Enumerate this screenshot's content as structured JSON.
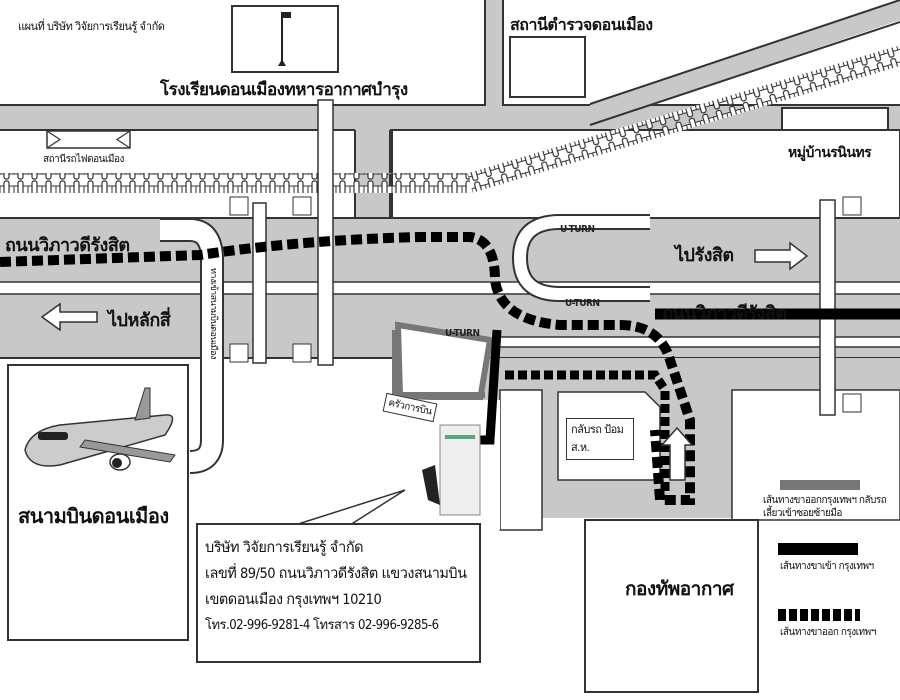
{
  "title": "แผนที่ บริษัท วิจัยการเรียนรู้ จำกัด",
  "landmarks": {
    "school": "โรงเรียนดอนเมืองทหารอากาศบำรุง",
    "police_station": "สถานีตำรวจดอนเมือง",
    "train_station": "สถานีรถไฟดอนเมือง",
    "village": "หมู่บ้านรนินทร",
    "airport": "สนามบินดอนเมือง",
    "airport_entrance": "ทางเข้าสนามบินดอนเมือง",
    "air_force": "กองทัพอากาศ",
    "kitchen": "ครัวการบิน",
    "uturn_point": "กลับรถ ป้อม ส.ห."
  },
  "roads": {
    "vibhavadi_upper": "ถนนวิภาวดีรังสิต",
    "vibhavadi_lower": "ถนนวิภาวดีรังสิต",
    "to_rangsit": "ไปรังสิต",
    "to_laksi": "ไปหลักสี่",
    "uturn_labels": [
      "U-TURN",
      "U-TURN",
      "U-TURN"
    ]
  },
  "company": {
    "name": "บริษัท วิจัยการเรียนรู้ จำกัด",
    "address1": "เลขที่ 89/50 ถนนวิภาวดีรังสิต แขวงสนามบิน",
    "address2": "เขตดอนเมือง กรุงเทพฯ 10210",
    "phone": "โทร.02-996-9281-4   โทรสาร 02-996-9285-6"
  },
  "legend": [
    {
      "style": "gray-solid",
      "color": "#777777",
      "label": "เส้นทางขาออกกรุงเทพฯ กลับรถเลี้ยวเข้าซอยซ้ายมือ"
    },
    {
      "style": "black-solid",
      "color": "#000000",
      "label": "เส้นทางขาเข้า กรุงเทพฯ"
    },
    {
      "style": "black-dashed",
      "color": "#000000",
      "label": "เส้นทางขาออก กรุงเทพฯ"
    }
  ],
  "colors": {
    "road": "#c8c8c8",
    "outline": "#333333",
    "route_gray": "#777777",
    "route_black": "#000000"
  }
}
